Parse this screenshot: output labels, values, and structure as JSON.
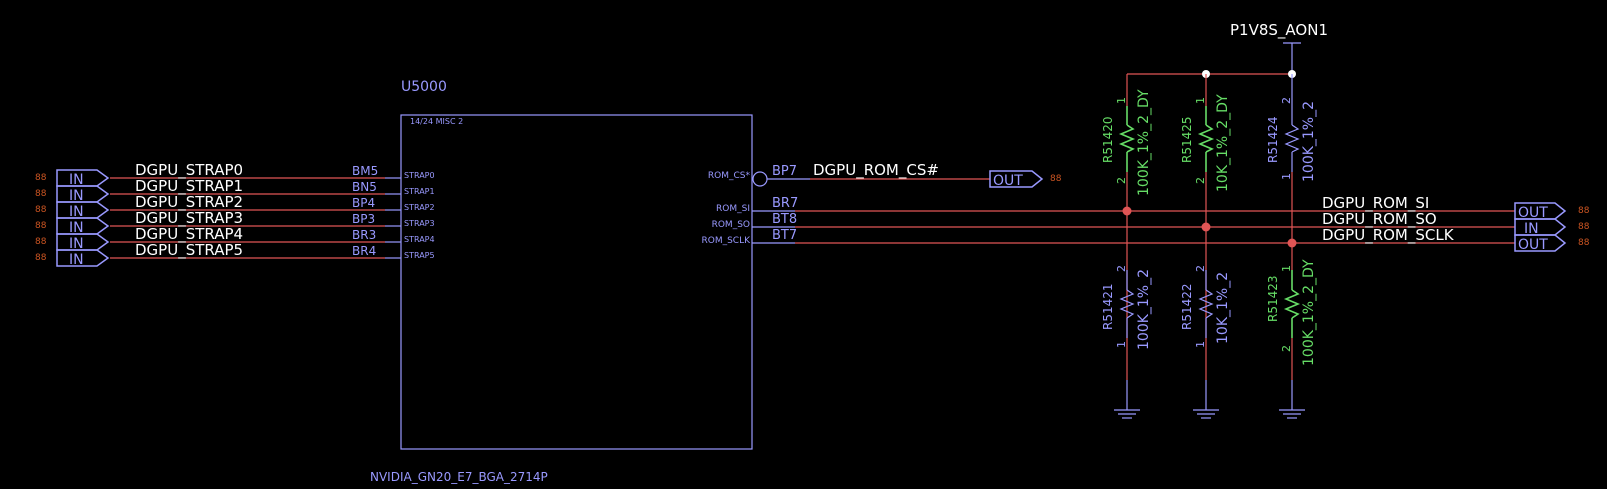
{
  "component": {
    "ref": "U5000",
    "section": "14/24 MISC 2",
    "part": "NVIDIA_GN20_E7_BGA_2714P"
  },
  "left_nets": [
    {
      "page": "88",
      "port": "IN",
      "net": "DGPU_STRAP0",
      "ball": "BM5",
      "pin": "STRAP0"
    },
    {
      "page": "88",
      "port": "IN",
      "net": "DGPU_STRAP1",
      "ball": "BN5",
      "pin": "STRAP1"
    },
    {
      "page": "88",
      "port": "IN",
      "net": "DGPU_STRAP2",
      "ball": "BP4",
      "pin": "STRAP2"
    },
    {
      "page": "88",
      "port": "IN",
      "net": "DGPU_STRAP3",
      "ball": "BP3",
      "pin": "STRAP3"
    },
    {
      "page": "88",
      "port": "IN",
      "net": "DGPU_STRAP4",
      "ball": "BR3",
      "pin": "STRAP4"
    },
    {
      "page": "88",
      "port": "IN",
      "net": "DGPU_STRAP5",
      "ball": "BR4",
      "pin": "STRAP5"
    }
  ],
  "right_pins": [
    {
      "pin": "ROM_CS*",
      "ball": "BP7"
    },
    {
      "pin": "ROM_SI",
      "ball": "BR7"
    },
    {
      "pin": "ROM_SO",
      "ball": "BT8"
    },
    {
      "pin": "ROM_SCLK",
      "ball": "BT7"
    }
  ],
  "rom_cs": {
    "net": "DGPU_ROM_CS#",
    "port": "OUT",
    "page": "88"
  },
  "right_nets": [
    {
      "net": "DGPU_ROM_SI",
      "port": "OUT",
      "page": "88"
    },
    {
      "net": "DGPU_ROM_SO",
      "port": "IN",
      "page": "88"
    },
    {
      "net": "DGPU_ROM_SCLK",
      "port": "OUT",
      "page": "88"
    }
  ],
  "power_rail": "P1V8S_AON1",
  "resistors": [
    {
      "ref": "R51420",
      "value": "100K_1%_2_DY",
      "pin_top": "1",
      "pin_bottom": "2",
      "dnp": true
    },
    {
      "ref": "R51425",
      "value": "10K_1%_2_DY",
      "pin_top": "1",
      "pin_bottom": "2",
      "dnp": true
    },
    {
      "ref": "R51424",
      "value": "100K_1%_2",
      "pin_top": "2",
      "pin_bottom": "1",
      "dnp": false
    },
    {
      "ref": "R51421",
      "value": "100K_1%_2",
      "pin_top": "2",
      "pin_bottom": "1",
      "dnp": false
    },
    {
      "ref": "R51422",
      "value": "10K_1%_2",
      "pin_top": "2",
      "pin_bottom": "1",
      "dnp": false
    },
    {
      "ref": "R51423",
      "value": "100K_1%_2_DY",
      "pin_top": "1",
      "pin_bottom": "2",
      "dnp": true
    }
  ],
  "colors": {
    "background": "#000000",
    "wire": "#e05555",
    "symbol": "#9999ff",
    "dnp": "#66dd66",
    "net_label": "#ffffff",
    "page_ref": "#cc5522"
  }
}
